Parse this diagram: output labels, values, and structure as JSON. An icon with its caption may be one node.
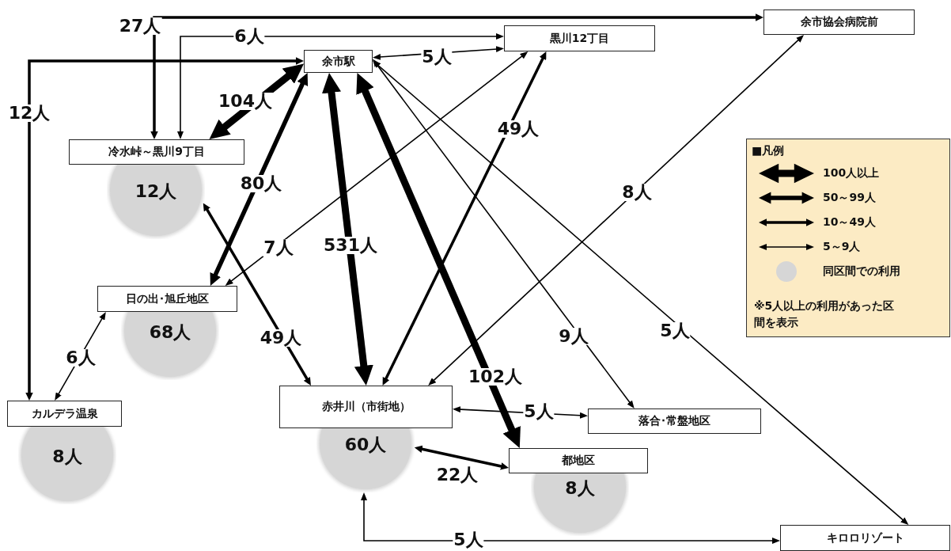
{
  "diagram": {
    "nodes": [
      {
        "text": [
          "余市駅"
        ]
      },
      {
        "text": [
          "黒川12丁目"
        ]
      },
      {
        "text": [
          "余市協会病院前"
        ]
      },
      {
        "text": [
          "冷水峠～黒川9丁目"
        ]
      },
      {
        "text": [
          "12人"
        ]
      },
      {
        "text": [
          "日の出･旭丘地区"
        ]
      },
      {
        "text": [
          "68人"
        ]
      },
      {
        "text": [
          "カルデラ温泉"
        ]
      },
      {
        "text": [
          "8人"
        ]
      },
      {
        "text": [
          "赤井川（市街地）"
        ]
      },
      {
        "text": [
          "60人"
        ]
      },
      {
        "text": [
          "落合･常盤地区"
        ]
      },
      {
        "text": [
          "都地区"
        ]
      },
      {
        "text": [
          "8人"
        ]
      },
      {
        "text": [
          "キロロリゾート"
        ]
      }
    ],
    "edges": [
      {
        "from": 3,
        "to": 2,
        "arrow": "both",
        "label": "27人",
        "style": "thick"
      },
      {
        "from": 3,
        "to": 1,
        "arrow": "both",
        "label": "6人"
      },
      {
        "from": 7,
        "to": 0,
        "arrow": "both",
        "label": "12人",
        "style": "thick"
      },
      {
        "from": 0,
        "to": 1,
        "arrow": "both",
        "label": "5人"
      },
      {
        "from": 0,
        "to": 3,
        "arrow": "both",
        "label": "104人",
        "style": "thick"
      },
      {
        "from": 0,
        "to": 5,
        "arrow": "both",
        "label": "80人",
        "style": "thick"
      },
      {
        "from": 0,
        "to": 9,
        "arrow": "both",
        "label": "531人",
        "style": "thick"
      },
      {
        "from": 0,
        "to": 12,
        "arrow": "both",
        "label": "102人",
        "style": "thick"
      },
      {
        "from": 0,
        "to": 11,
        "arrow": "both",
        "label": "9人"
      },
      {
        "from": 0,
        "to": 14,
        "arrow": "both",
        "label": "5人"
      },
      {
        "from": 5,
        "to": 1,
        "arrow": "both",
        "label": "7人"
      },
      {
        "from": 9,
        "to": 1,
        "arrow": "both",
        "label": "49人",
        "style": "thick"
      },
      {
        "from": 9,
        "to": 2,
        "arrow": "both",
        "label": "8人"
      },
      {
        "from": 4,
        "to": 9,
        "arrow": "both",
        "label": "49人",
        "style": "thick"
      },
      {
        "from": 5,
        "to": 7,
        "arrow": "both",
        "label": "6人"
      },
      {
        "from": 9,
        "to": 11,
        "arrow": "both",
        "label": "5人"
      },
      {
        "from": 10,
        "to": 12,
        "arrow": "both",
        "label": "22人",
        "style": "thick"
      },
      {
        "from": 10,
        "to": 14,
        "arrow": "both",
        "label": "5人"
      }
    ],
    "labels": [
      "■凡例",
      "※5人以上の利用があった区間を表示"
    ],
    "legend": [
      {
        "text": "100人以上"
      },
      {
        "text": "50～99人"
      },
      {
        "text": "10～49人"
      },
      {
        "text": "5～9人"
      },
      {
        "text": "同区間での利用"
      }
    ]
  }
}
